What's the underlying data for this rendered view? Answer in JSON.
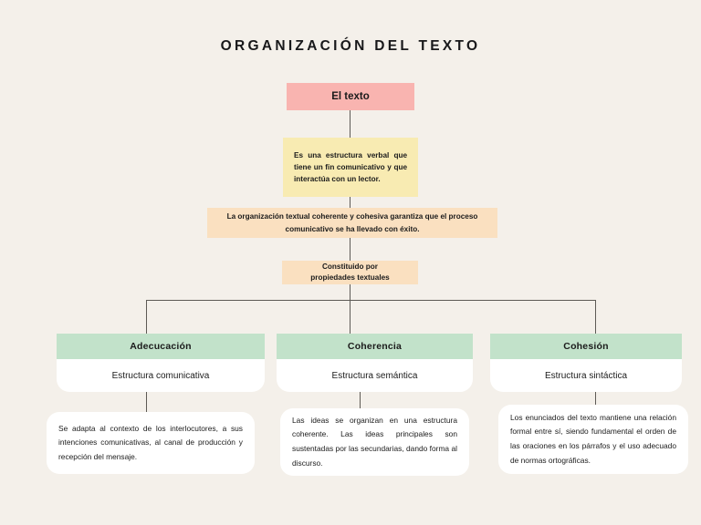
{
  "page": {
    "title": "ORGANIZACIÓN DEL TEXTO",
    "background_color": "#f4f0ea",
    "line_color": "#5d5a55"
  },
  "nodes": {
    "root": {
      "label": "El texto",
      "color": "#f9b4b0"
    },
    "definition": {
      "text": "Es una estructura verbal que tiene un fin comunicativo y que interactúa con un lector.",
      "color": "#f8ebb2"
    },
    "statement": {
      "text": "La organización textual coherente y cohesiva  garantiza que el proceso comunicativo se ha llevado con éxito.",
      "color": "#fae0c0"
    },
    "constituted_by": {
      "line1": "Constituido por",
      "line2": "propiedades textuales",
      "color": "#fae0c0"
    }
  },
  "branches": [
    {
      "header": "Adecucación",
      "subtitle": "Estructura comunicativa",
      "detail": " Se adapta al contexto de los interlocutores, a sus intenciones comunicativas, al canal de producción y recepción del mensaje.",
      "header_color": "#c2e2ca"
    },
    {
      "header": "Coherencia",
      "subtitle": "Estructura semántica",
      "detail": "Las ideas se organizan en una estructura coherente. Las ideas principales son sustentadas por las secundarias, dando forma al discurso.",
      "header_color": "#c2e2ca"
    },
    {
      "header": "Cohesión",
      "subtitle": "Estructura sintáctica",
      "detail": "Los enunciados del texto mantiene una relación formal entre sí, siendo fundamental el orden de las oraciones en los párrafos y el uso adecuado de normas ortográficas.",
      "header_color": "#c2e2ca"
    }
  ]
}
